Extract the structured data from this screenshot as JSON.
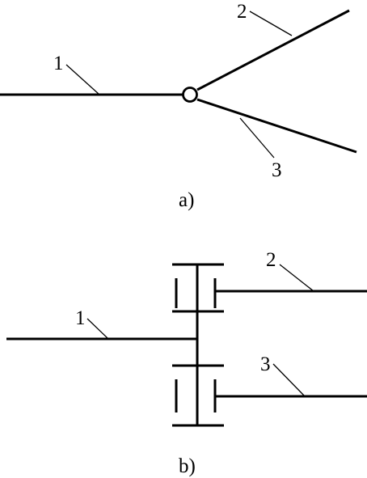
{
  "figure_a": {
    "caption": "a)",
    "labels": {
      "shaft_1": "1",
      "shaft_2": "2",
      "shaft_3": "3"
    }
  },
  "figure_b": {
    "caption": "b)",
    "labels": {
      "shaft_1": "1",
      "shaft_2": "2",
      "shaft_3": "3"
    }
  }
}
